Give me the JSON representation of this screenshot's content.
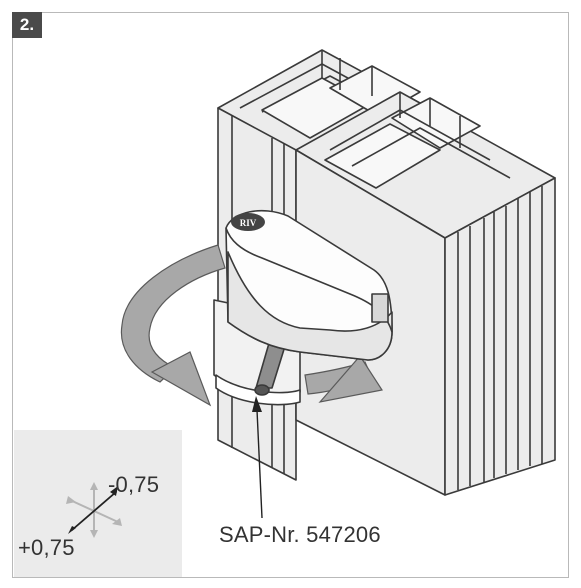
{
  "step_number": "2.",
  "adjust": {
    "minus_label": "-0,75",
    "plus_label": "+0,75"
  },
  "part_callout": "SAP-Nr. 547206",
  "colors": {
    "badge": "#4a4a4a",
    "profile_fill": "#ececec",
    "arrow_fill": "#a8a8a8",
    "inset_bg": "#ebebeb",
    "outline": "#3a3a3a"
  }
}
